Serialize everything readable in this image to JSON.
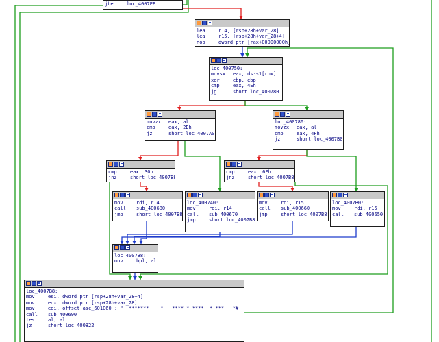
{
  "colors": {
    "true_edge": "#1e9e1e",
    "false_edge": "#e01e1e",
    "plain_edge": "#1e3ccc",
    "border": "#1e1e1e",
    "header": "#c9c9c9"
  },
  "blocks": [
    {
      "id": "b0",
      "label": "",
      "lines": [
        {
          "mn": "jbe",
          "op": "loc_4007EE"
        }
      ]
    },
    {
      "id": "b1",
      "label": "",
      "lines": [
        {
          "mn": "lea",
          "op": "r14, [rsp+28h+var_28]"
        },
        {
          "mn": "lea",
          "op": "r15, [rsp+28h+var_28+4]"
        },
        {
          "mn": "nop",
          "op": "dword ptr [rax+00000000h]"
        }
      ]
    },
    {
      "id": "b2",
      "label": "loc_400750:",
      "lines": [
        {
          "mn": "movsx",
          "op": "eax, ds:s1[rbx]"
        },
        {
          "mn": "xor",
          "op": "ebp, ebp"
        },
        {
          "mn": "cmp",
          "op": "eax, 4Eh"
        },
        {
          "mn": "jg",
          "op": "short loc_400780"
        }
      ]
    },
    {
      "id": "b3",
      "label": "",
      "lines": [
        {
          "mn": "movzx",
          "op": "eax, al"
        },
        {
          "mn": "cmp",
          "op": "eax, 2Eh"
        },
        {
          "mn": "jz",
          "op": "short loc_4007A0"
        }
      ]
    },
    {
      "id": "b4",
      "label": "loc_400780:",
      "lines": [
        {
          "mn": "movzx",
          "op": "eax, al"
        },
        {
          "mn": "cmp",
          "op": "eax, 4Fh"
        },
        {
          "mn": "jz",
          "op": "short loc_4007B0"
        }
      ]
    },
    {
      "id": "b5",
      "label": "",
      "lines": [
        {
          "mn": "cmp",
          "op": "eax, 30h"
        },
        {
          "mn": "jnz",
          "op": "short loc_4007B8"
        }
      ]
    },
    {
      "id": "b6",
      "label": "",
      "lines": [
        {
          "mn": "cmp",
          "op": "eax, 6Fh"
        },
        {
          "mn": "jnz",
          "op": "short loc_4007B8"
        }
      ]
    },
    {
      "id": "b7",
      "label": "",
      "lines": [
        {
          "mn": "mov",
          "op": "rdi, r14"
        },
        {
          "mn": "call",
          "op": "sub_400680"
        },
        {
          "mn": "jmp",
          "op": "short loc_4007B8"
        }
      ]
    },
    {
      "id": "b8",
      "label": "loc_4007A0:",
      "lines": [
        {
          "mn": "mov",
          "op": "rdi, r14"
        },
        {
          "mn": "call",
          "op": "sub_400670"
        },
        {
          "mn": "jmp",
          "op": "short loc_4007B8"
        }
      ]
    },
    {
      "id": "b9",
      "label": "",
      "lines": [
        {
          "mn": "mov",
          "op": "rdi, r15"
        },
        {
          "mn": "call",
          "op": "sub_400660"
        },
        {
          "mn": "jmp",
          "op": "short loc_4007B8"
        }
      ]
    },
    {
      "id": "b10",
      "label": "loc_4007B0:",
      "lines": [
        {
          "mn": "mov",
          "op": "rdi, r15"
        },
        {
          "mn": "call",
          "op": "sub_400650"
        }
      ]
    },
    {
      "id": "b11",
      "label": "loc_4007B8:",
      "lines": [
        {
          "mn": "mov",
          "op": "bpl, al"
        }
      ]
    },
    {
      "id": "b12",
      "label": "loc_4007B8:",
      "lines": [
        {
          "mn": "mov",
          "op": "esi, dword ptr [rsp+28h+var_28+4]"
        },
        {
          "mn": "mov",
          "op": "edx, dword ptr [rsp+28h+var_28]"
        },
        {
          "mn": "mov",
          "op": "edi, offset asc_601060 ; \"  *******    *   **** * ****  * ***   *#  *...\""
        },
        {
          "mn": "call",
          "op": "sub_400690"
        },
        {
          "mn": "test",
          "op": "al, al"
        },
        {
          "mn": "jz",
          "op": "short loc_400822"
        }
      ]
    }
  ]
}
